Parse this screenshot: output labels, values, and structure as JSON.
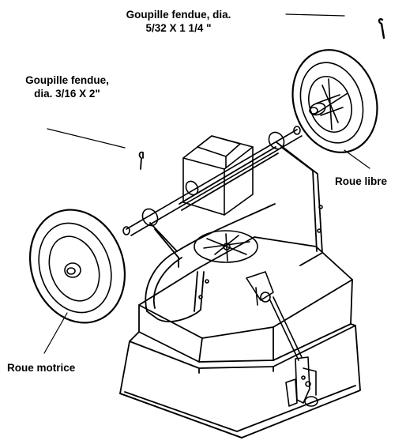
{
  "labels": {
    "cotter_pin_top_line1": "Goupille fendue, dia.",
    "cotter_pin_top_line2": "5/32 X 1 1/4 \"",
    "cotter_pin_left_line1": "Goupille fendue,",
    "cotter_pin_left_line2": "dia. 3/16 X 2\"",
    "free_wheel": "Roue libre",
    "drive_wheel": "Roue motrice"
  },
  "colors": {
    "ink": "#000000",
    "paper": "#ffffff"
  }
}
